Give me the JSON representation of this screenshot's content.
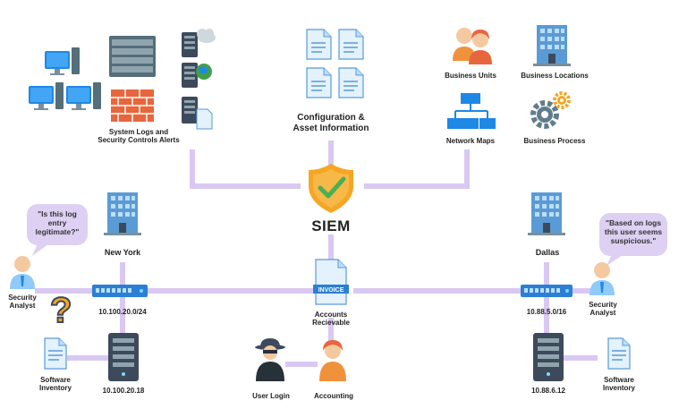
{
  "center": {
    "title": "SIEM"
  },
  "sources": {
    "system_logs": "System Logs and\nSecurity Controls Alerts",
    "configuration": "Configuration &\nAsset Information",
    "business_units": "Business Units",
    "business_locations": "Business Locations",
    "network_maps": "Network Maps",
    "business_process": "Business Process"
  },
  "left_site": {
    "city": "New York",
    "subnet": "10.100.20.0/24",
    "server_ip": "10.100.20.18",
    "analyst": "Security\nAnalyst",
    "inventory": "Software\nInventory",
    "bubble": "\"Is this log\nentry\nlegitimate?\""
  },
  "right_site": {
    "city": "Dallas",
    "subnet": "10.88.5.0/16",
    "server_ip": "10.88.6.12",
    "analyst": "Security\nAnalyst",
    "inventory": "Software\nInventory",
    "bubble": "\"Based on logs\nthis user seems\nsuspicious.\""
  },
  "middle": {
    "invoice_tag": "INVOICE",
    "accounts": "Accounts\nRecievable",
    "user_login": "User Login",
    "accounting": "Accounting"
  },
  "colors": {
    "connector": "#d9c8f2",
    "bubble": "#ddd0f3",
    "shield": "#f5a623",
    "check": "#4caf50",
    "server_dark": "#3d4a5c",
    "switch_blue": "#2b7fd4",
    "doc_blue": "#5b9bd5",
    "monitor_blue": "#1e88e5",
    "brick": "#e8663d",
    "person_orange": "#f0923b",
    "question": "#f5a623"
  }
}
